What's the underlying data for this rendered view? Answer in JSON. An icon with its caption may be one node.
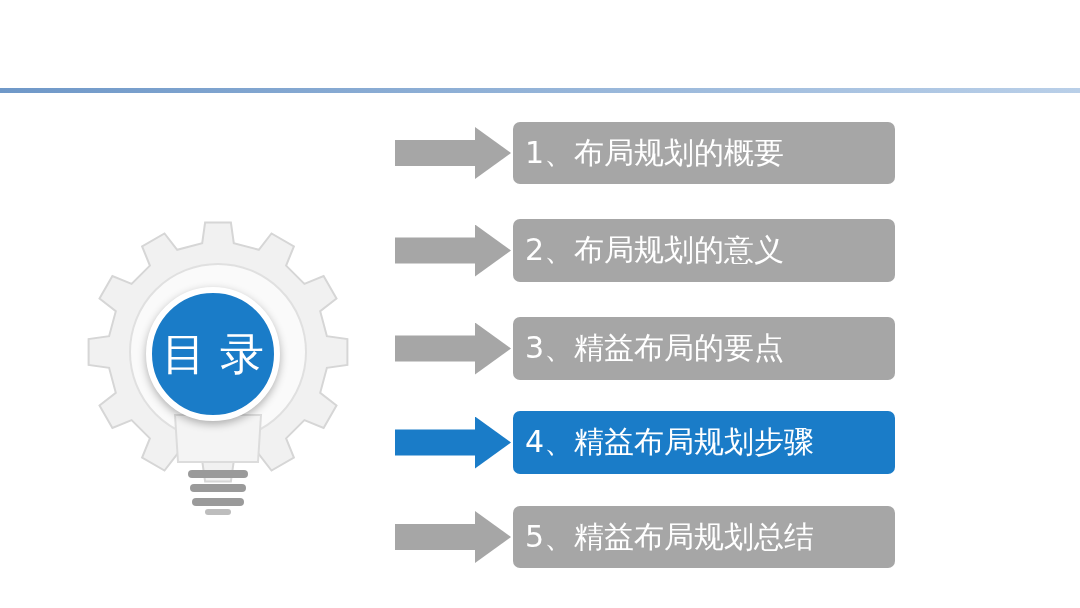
{
  "diagram": {
    "nodes": [
      {
        "text": [
          "目 录"
        ]
      },
      {
        "text": [
          "1、布局规划的概要"
        ]
      },
      {
        "text": [
          "2、布局规划的意义"
        ]
      },
      {
        "text": [
          "3、精益布局的要点"
        ]
      },
      {
        "text": [
          "4、精益布局规划步骤"
        ]
      },
      {
        "text": [
          "5、精益布局规划总结"
        ]
      }
    ],
    "edges": [
      {
        "from": null,
        "to": 1,
        "arrow": "to"
      },
      {
        "from": null,
        "to": 2,
        "arrow": "to"
      },
      {
        "from": null,
        "to": 3,
        "arrow": "to"
      },
      {
        "from": null,
        "to": 4,
        "arrow": "to",
        "color": "#1a7cc8"
      },
      {
        "from": null,
        "to": 5,
        "arrow": "to"
      }
    ]
  }
}
